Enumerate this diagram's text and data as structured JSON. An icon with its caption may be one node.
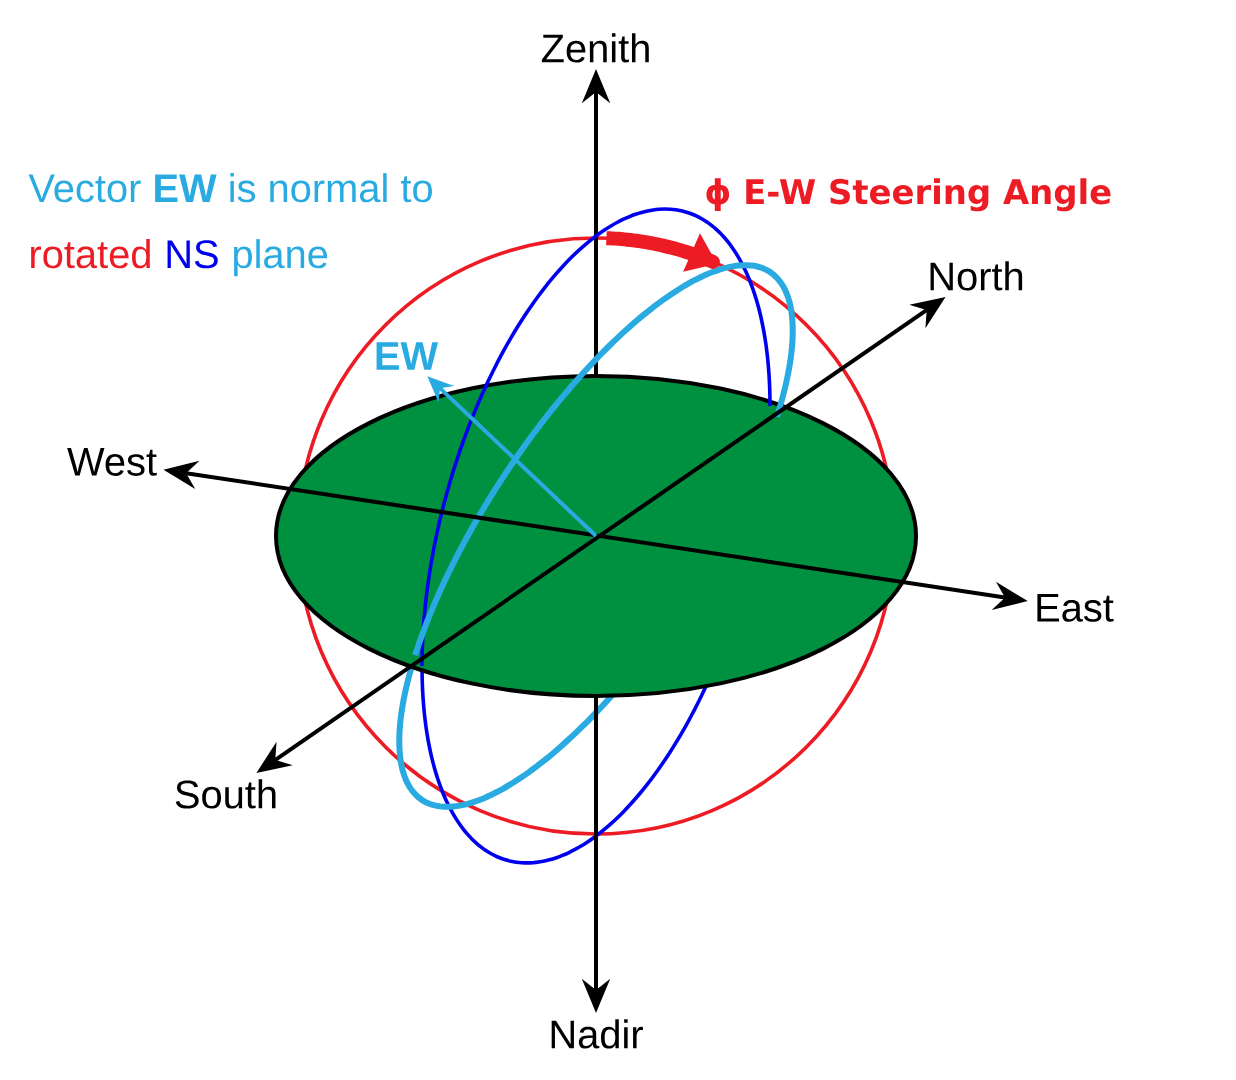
{
  "diagram": {
    "nodes": [
      {
        "text": [
          "Zenith"
        ]
      },
      {
        "text": [
          "Nadir"
        ]
      },
      {
        "text": [
          "North"
        ]
      },
      {
        "text": [
          "South"
        ]
      },
      {
        "text": [
          "East"
        ]
      },
      {
        "text": [
          "West"
        ]
      },
      {
        "text": [
          "EW"
        ]
      }
    ],
    "edges": [
      {
        "from": 0,
        "to": 1,
        "arrow": "both"
      },
      {
        "from": 3,
        "to": 2,
        "arrow": "both"
      },
      {
        "from": 5,
        "to": 4,
        "arrow": "both"
      },
      {
        "from": null,
        "to": 6,
        "arrow": "to",
        "color": "#29abe2"
      }
    ],
    "labels": [
      "Vector **EW** is normal to",
      "rotated",
      "NS",
      "plane",
      "ϕ E-W Steering Angle"
    ]
  }
}
